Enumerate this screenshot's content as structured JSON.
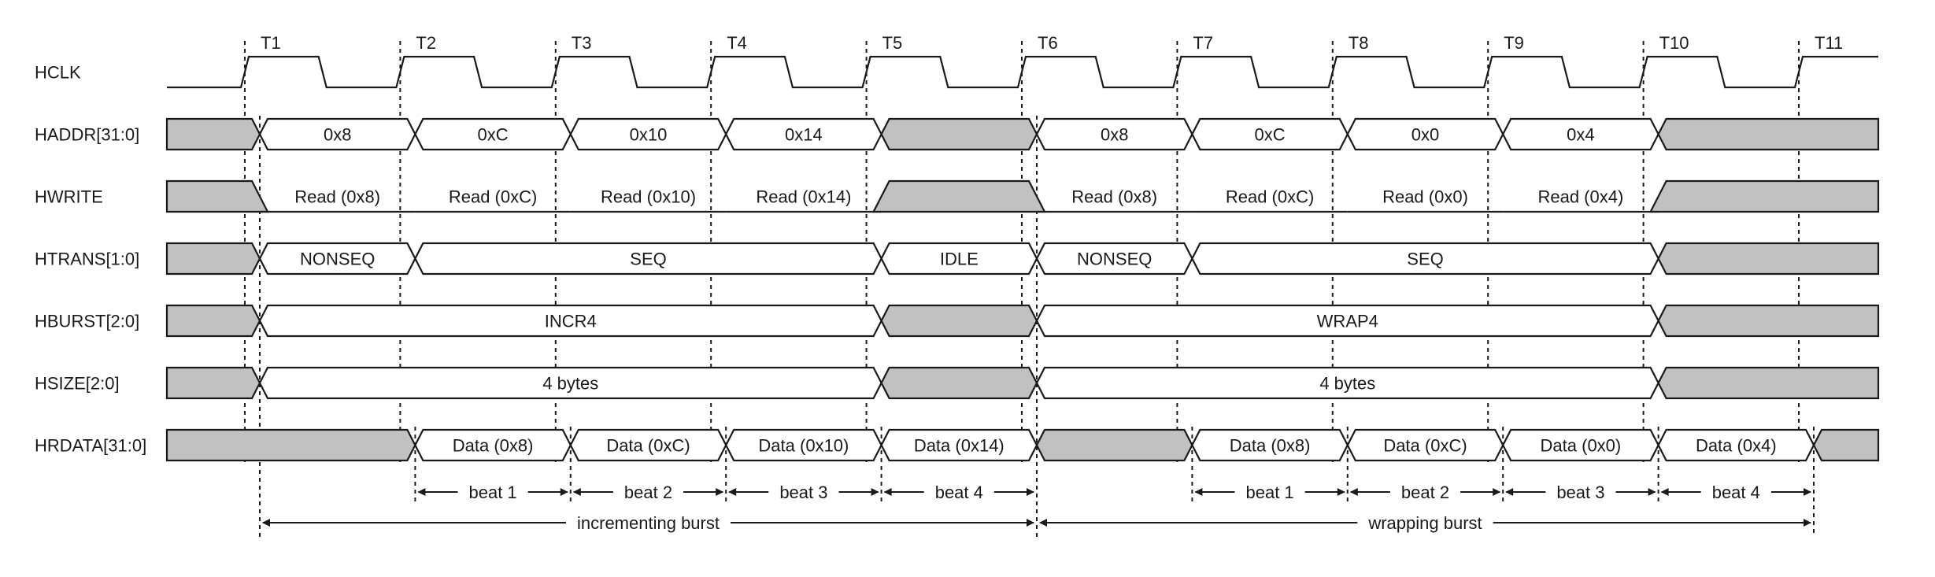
{
  "diagram": {
    "title": "AHB burst read timing: INCR4 followed by WRAP4",
    "clock_edges": [
      "T1",
      "T2",
      "T3",
      "T4",
      "T5",
      "T6",
      "T7",
      "T8",
      "T9",
      "T10",
      "T11"
    ],
    "colors": {
      "line": "#1a1a1a",
      "invalid_fill": "#c0c1c0",
      "background": "#ffffff"
    },
    "signals": [
      {
        "name": "HCLK",
        "type": "clock"
      },
      {
        "name": "HADDR[31:0]",
        "type": "bus",
        "segments": [
          {
            "from": 0,
            "to": 1,
            "label": "",
            "state": "invalid"
          },
          {
            "from": 1,
            "to": 2,
            "label": "0x8",
            "state": "valid"
          },
          {
            "from": 2,
            "to": 3,
            "label": "0xC",
            "state": "valid"
          },
          {
            "from": 3,
            "to": 4,
            "label": "0x10",
            "state": "valid"
          },
          {
            "from": 4,
            "to": 5,
            "label": "0x14",
            "state": "valid"
          },
          {
            "from": 5,
            "to": 6,
            "label": "",
            "state": "invalid"
          },
          {
            "from": 6,
            "to": 7,
            "label": "0x8",
            "state": "valid"
          },
          {
            "from": 7,
            "to": 8,
            "label": "0xC",
            "state": "valid"
          },
          {
            "from": 8,
            "to": 9,
            "label": "0x0",
            "state": "valid"
          },
          {
            "from": 9,
            "to": 10,
            "label": "0x4",
            "state": "valid"
          },
          {
            "from": 10,
            "to": 11.5,
            "label": "",
            "state": "invalid"
          }
        ]
      },
      {
        "name": "HWRITE",
        "type": "single",
        "segments": [
          {
            "from": 0,
            "to": 1,
            "label": "",
            "state": "invalid"
          },
          {
            "from": 1,
            "to": 2,
            "label": "Read (0x8)",
            "state": "low"
          },
          {
            "from": 2,
            "to": 3,
            "label": "Read (0xC)",
            "state": "low"
          },
          {
            "from": 3,
            "to": 4,
            "label": "Read (0x10)",
            "state": "low"
          },
          {
            "from": 4,
            "to": 5,
            "label": "Read (0x14)",
            "state": "low"
          },
          {
            "from": 5,
            "to": 6,
            "label": "",
            "state": "invalid"
          },
          {
            "from": 6,
            "to": 7,
            "label": "Read (0x8)",
            "state": "low"
          },
          {
            "from": 7,
            "to": 8,
            "label": "Read (0xC)",
            "state": "low"
          },
          {
            "from": 8,
            "to": 9,
            "label": "Read (0x0)",
            "state": "low"
          },
          {
            "from": 9,
            "to": 10,
            "label": "Read (0x4)",
            "state": "low"
          },
          {
            "from": 10,
            "to": 11.5,
            "label": "",
            "state": "invalid"
          }
        ]
      },
      {
        "name": "HTRANS[1:0]",
        "type": "bus",
        "segments": [
          {
            "from": 0,
            "to": 1,
            "label": "",
            "state": "invalid"
          },
          {
            "from": 1,
            "to": 2,
            "label": "NONSEQ",
            "state": "valid"
          },
          {
            "from": 2,
            "to": 5,
            "label": "SEQ",
            "state": "valid"
          },
          {
            "from": 5,
            "to": 6,
            "label": "IDLE",
            "state": "valid"
          },
          {
            "from": 6,
            "to": 7,
            "label": "NONSEQ",
            "state": "valid"
          },
          {
            "from": 7,
            "to": 10,
            "label": "SEQ",
            "state": "valid"
          },
          {
            "from": 10,
            "to": 11.5,
            "label": "",
            "state": "invalid"
          }
        ]
      },
      {
        "name": "HBURST[2:0]",
        "type": "bus",
        "segments": [
          {
            "from": 0,
            "to": 1,
            "label": "",
            "state": "invalid"
          },
          {
            "from": 1,
            "to": 5,
            "label": "INCR4",
            "state": "valid"
          },
          {
            "from": 5,
            "to": 6,
            "label": "",
            "state": "invalid"
          },
          {
            "from": 6,
            "to": 10,
            "label": "WRAP4",
            "state": "valid"
          },
          {
            "from": 10,
            "to": 11.5,
            "label": "",
            "state": "invalid"
          }
        ]
      },
      {
        "name": "HSIZE[2:0]",
        "type": "bus",
        "segments": [
          {
            "from": 0,
            "to": 1,
            "label": "",
            "state": "invalid"
          },
          {
            "from": 1,
            "to": 5,
            "label": "4 bytes",
            "state": "valid"
          },
          {
            "from": 5,
            "to": 6,
            "label": "",
            "state": "invalid"
          },
          {
            "from": 6,
            "to": 10,
            "label": "4 bytes",
            "state": "valid"
          },
          {
            "from": 10,
            "to": 11.5,
            "label": "",
            "state": "invalid"
          }
        ]
      },
      {
        "name": "HRDATA[31:0]",
        "type": "bus",
        "segments": [
          {
            "from": 0,
            "to": 2,
            "label": "",
            "state": "invalid"
          },
          {
            "from": 2,
            "to": 3,
            "label": "Data (0x8)",
            "state": "valid"
          },
          {
            "from": 3,
            "to": 4,
            "label": "Data (0xC)",
            "state": "valid"
          },
          {
            "from": 4,
            "to": 5,
            "label": "Data (0x10)",
            "state": "valid"
          },
          {
            "from": 5,
            "to": 6,
            "label": "Data (0x14)",
            "state": "valid"
          },
          {
            "from": 6,
            "to": 7,
            "label": "",
            "state": "invalid"
          },
          {
            "from": 7,
            "to": 8,
            "label": "Data (0x8)",
            "state": "valid"
          },
          {
            "from": 8,
            "to": 9,
            "label": "Data (0xC)",
            "state": "valid"
          },
          {
            "from": 9,
            "to": 10,
            "label": "Data (0x0)",
            "state": "valid"
          },
          {
            "from": 10,
            "to": 11,
            "label": "Data (0x4)",
            "state": "valid"
          },
          {
            "from": 11,
            "to": 11.5,
            "label": "",
            "state": "invalid"
          }
        ]
      }
    ],
    "beats": [
      {
        "from": 2,
        "to": 3,
        "label": "beat 1"
      },
      {
        "from": 3,
        "to": 4,
        "label": "beat 2"
      },
      {
        "from": 4,
        "to": 5,
        "label": "beat 3"
      },
      {
        "from": 5,
        "to": 6,
        "label": "beat 4"
      },
      {
        "from": 7,
        "to": 8,
        "label": "beat 1"
      },
      {
        "from": 8,
        "to": 9,
        "label": "beat 2"
      },
      {
        "from": 9,
        "to": 10,
        "label": "beat 3"
      },
      {
        "from": 10,
        "to": 11,
        "label": "beat 4"
      }
    ],
    "bursts": [
      {
        "from": 1,
        "to": 6,
        "label": "incrementing burst"
      },
      {
        "from": 6,
        "to": 11,
        "label": "wrapping burst"
      }
    ]
  }
}
